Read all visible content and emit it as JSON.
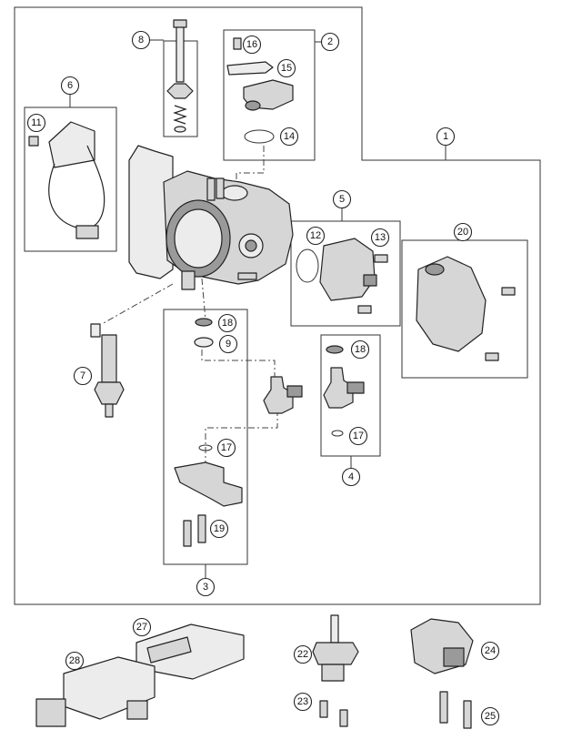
{
  "callouts": {
    "c1": "1",
    "c2": "2",
    "c3": "3",
    "c4": "4",
    "c5": "5",
    "c6": "6",
    "c7": "7",
    "c8": "8",
    "c9": "9",
    "c11": "11",
    "c12": "12",
    "c13": "13",
    "c14": "14",
    "c15": "15",
    "c16": "16",
    "c17a": "17",
    "c17b": "17",
    "c18a": "18",
    "c18b": "18",
    "c19": "19",
    "c20": "20",
    "c22": "22",
    "c23": "23",
    "c24": "24",
    "c25": "25",
    "c27": "27",
    "c28": "28"
  }
}
